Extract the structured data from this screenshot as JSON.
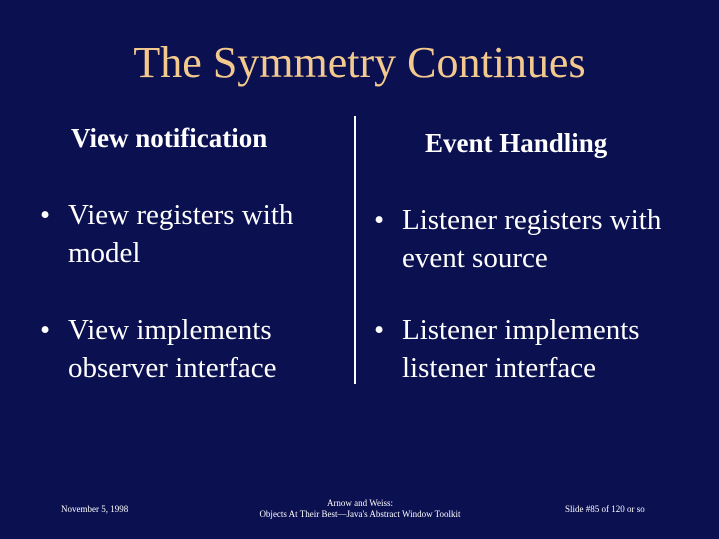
{
  "slide": {
    "title": "The Symmetry Continues",
    "left_column": {
      "heading": "View notification",
      "bullets": [
        "View registers with model",
        "View implements observer interface"
      ]
    },
    "right_column": {
      "heading": "Event Handling",
      "bullets": [
        "Listener registers with event source",
        "Listener implements listener interface"
      ]
    },
    "bullet_glyph": "•"
  },
  "footer": {
    "date": "November 5, 1998",
    "authors": "Arnow and Weiss:",
    "course": "Objects At Their Best—Java's Abstract Window Toolkit",
    "slide_number": "Slide #85 of  120 or so"
  },
  "colors": {
    "background": "#0b1050",
    "title": "#f3c98e",
    "text": "#ffffff"
  }
}
